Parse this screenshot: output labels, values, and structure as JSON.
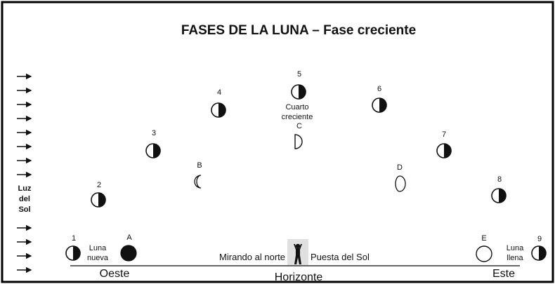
{
  "title": "FASES DE LA LUNA – Fase creciente",
  "sun_light_label": [
    "Luz",
    "del",
    "Sol"
  ],
  "horizon": {
    "west": "Oeste",
    "east": "Este",
    "center": "Horizonte",
    "observer_text": "Mirando al norte",
    "sunset_text": "Puesta del Sol"
  },
  "moon_positions": [
    {
      "id": "1",
      "phase": "first-quarter"
    },
    {
      "id": "2",
      "phase": "first-quarter"
    },
    {
      "id": "3",
      "phase": "first-quarter"
    },
    {
      "id": "4",
      "phase": "first-quarter"
    },
    {
      "id": "5",
      "phase": "first-quarter"
    },
    {
      "id": "6",
      "phase": "first-quarter"
    },
    {
      "id": "7",
      "phase": "first-quarter"
    },
    {
      "id": "8",
      "phase": "first-quarter"
    },
    {
      "id": "9",
      "phase": "first-quarter"
    }
  ],
  "phase_examples": [
    {
      "id": "A",
      "phase": "new-moon"
    },
    {
      "id": "B",
      "phase": "waxing-crescent"
    },
    {
      "id": "C",
      "phase": "first-quarter"
    },
    {
      "id": "D",
      "phase": "waxing-gibbous"
    },
    {
      "id": "E",
      "phase": "full-moon"
    }
  ],
  "annotations": {
    "new_moon": [
      "Luna",
      "nueva"
    ],
    "full_moon": [
      "Luna",
      "llena"
    ],
    "first_quarter": [
      "Cuarto",
      "creciente"
    ]
  },
  "colors": {
    "ink": "#111111",
    "background": "#ffffff",
    "border": "#000000"
  }
}
